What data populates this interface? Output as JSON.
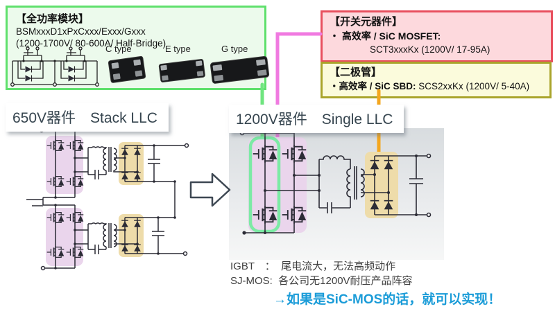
{
  "module_box": {
    "title": "【全功率模块】",
    "part_number": "BSMxxxD1xPxCxxx/Exxx/Gxxx",
    "specs": "(1200-1700V/ 80-600A/ Half-Bridge)",
    "types": [
      "C type",
      "E type",
      "G type"
    ]
  },
  "switch_box": {
    "title": "【开关元器件】",
    "line1": "・ 高效率 / SiC MOSFET:",
    "line2": "SCT3xxxKx (1200V/ 17-95A)"
  },
  "diode_box": {
    "title": "【二极管】",
    "line1_bold": "・高效率 / SiC SBD: ",
    "line1_rest": "SCS2xxKx (1200V/ 5-40A)"
  },
  "left_section": {
    "label": "650V器件　Stack LLC"
  },
  "right_section": {
    "label": "1200V器件　Single LLC"
  },
  "notes": {
    "igbt": "IGBT　：  尾电流大，无法高频动作",
    "sjmos": "SJ-MOS:  各公司无1200V耐压产品阵容",
    "conclusion": "→如果是SiC-MOS的话，就可以实现！"
  },
  "colors": {
    "module_border": "#5fe06c",
    "module_bg": "#ecfaec",
    "switch_border": "#e84f5e",
    "switch_bg": "#fdd9dd",
    "diode_border": "#a9a42b",
    "diode_bg": "#fbfbdc",
    "header_text": "#36454f",
    "mosfet_highlight": "#ead5ec",
    "diode_highlight": "#eedcaa",
    "green_outline": "#7ceaa5",
    "pink_connector": "#f07ae0",
    "green_connector": "#6fe57f",
    "orange_connector": "#f4a71f",
    "conclusion_blue": "#1b9cd8",
    "circuit_stroke": "#2b2b35"
  }
}
